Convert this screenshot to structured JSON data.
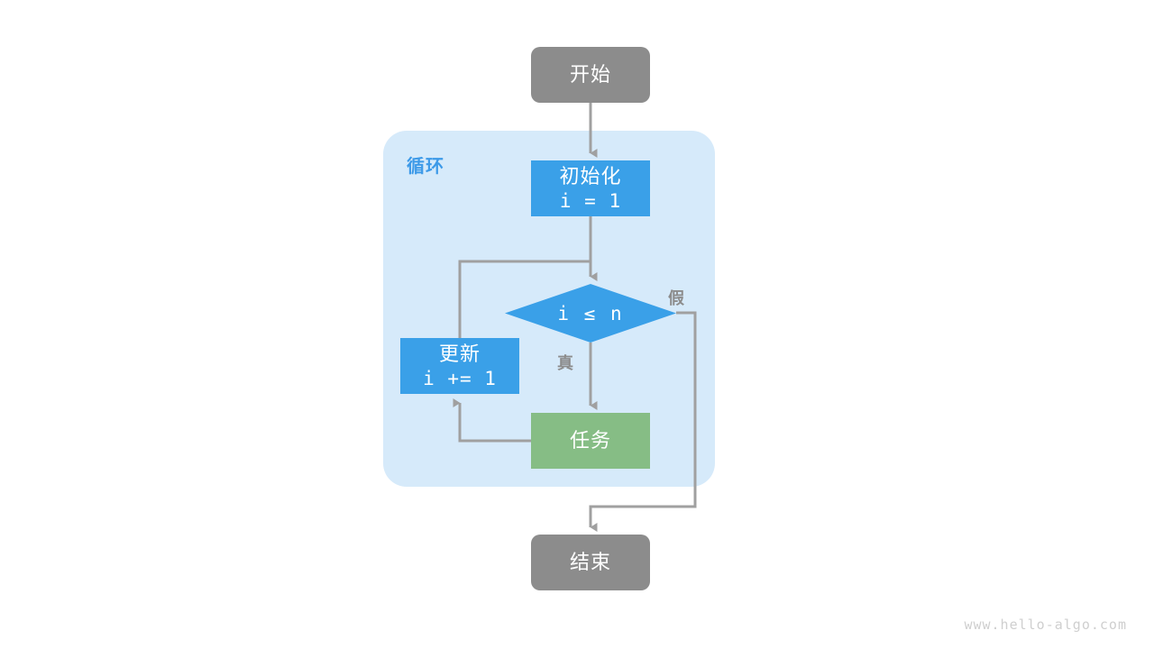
{
  "diagram": {
    "title": "for-loop-flowchart",
    "colors": {
      "terminal": "#8c8c8c",
      "process": "#3aa0e8",
      "task": "#86bd85",
      "container": "#d6eafa",
      "container_label": "#3d9ae8",
      "edge": "#a0a0a0",
      "watermark": "#cfcfcf"
    },
    "container": {
      "label": "循环"
    },
    "nodes": {
      "start": {
        "label": "开始",
        "shape": "rounded-rect"
      },
      "init": {
        "label": "初始化",
        "code": "i = 1",
        "shape": "rect"
      },
      "condition": {
        "code": "i ≤ n",
        "shape": "diamond"
      },
      "update": {
        "label": "更新",
        "code": "i += 1",
        "shape": "rect"
      },
      "task": {
        "label": "任务",
        "shape": "rect"
      },
      "end": {
        "label": "结束",
        "shape": "rounded-rect"
      }
    },
    "edge_labels": {
      "true": "真",
      "false": "假"
    },
    "watermark": "www.hello-algo.com"
  }
}
